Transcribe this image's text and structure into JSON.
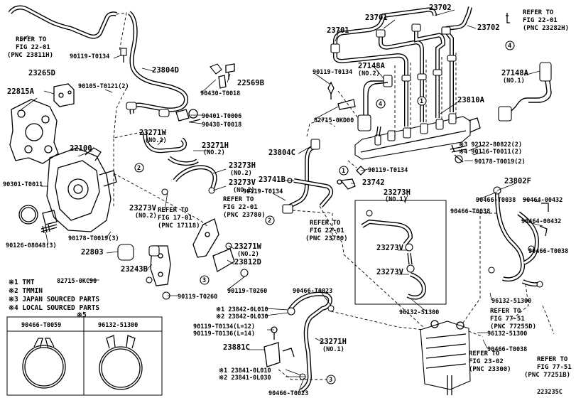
{
  "diagram_id": "223235C",
  "part_labels": {
    "p23701a": "23701",
    "p23701b": "23701",
    "p23702a": "23702",
    "p23702b": "23702",
    "p23265D": "23265D",
    "p22815A": "22815A",
    "p22100": "22100",
    "p23804D": "23804D",
    "p22569B": "22569B",
    "p27148A_2": "27148A",
    "p27148A_2_sub": "(NO.2)",
    "p27148A_1": "27148A",
    "p27148A_1_sub": "(NO.1)",
    "p23810A": "23810A",
    "p23804C": "23804C",
    "p23741B": "23741B",
    "p23742": "23742",
    "p23271W_2": "23271W",
    "p23271W_2_sub": "(NO.2)",
    "p23271H_2": "23271H",
    "p23271H_2_sub": "(NO.2)",
    "p23273H_2": "23273H",
    "p23273H_2_sub": "(NO.2)",
    "p23273V_a": "23273V",
    "p23273V_a_sub": "(NO.2)",
    "p23273V_b": "23273V",
    "p23273V_b_sub": "(NO.2)",
    "p23271W_b": "23271W",
    "p23271W_b_sub": "(NO.2)",
    "p23812D": "23812D",
    "p22803": "22803",
    "p23243B": "23243B",
    "p23273H_1": "23273H",
    "p23273H_1_sub": "(NO.1)",
    "p23273V_c": "23273V",
    "p23273V_d": "23273V",
    "p23802F": "23802F",
    "p23271H_1": "23271H",
    "p23271H_1_sub": "(NO.1)",
    "p23881C": "23881C"
  },
  "bolt_labels": {
    "b90119_T0134_top": "90119-T0134",
    "b90105_T0121": "90105-T0121(2)",
    "b90430_T0018_a": "90430-T0018",
    "b90401_T0006": "90401-T0006",
    "b90430_T0018_b": "90430-T0018",
    "b90119_T0134_mid": "90119-T0134",
    "b82715_0KD00": "82715-0KD00",
    "b90301_T0011": "90301-T0011",
    "b90178_T0019_3": "90178-T0019(3)",
    "b90126_08048_3": "90126-08048(3)",
    "b92122_80822": "※3 92122-80822(2)",
    "b90116_T0011": "※4 90116-T0011(2)",
    "b90178_T0019_2": "90178-T0019(2)",
    "b90119_T0134_rail": "90119-T0134",
    "b90119_T0134_left": "90119-T0134",
    "b82715_0KC90": "82715-0KC90",
    "b90119_T0260_a": "90119-T0260",
    "b90119_T0260_b": "90119-T0260",
    "b90466_00432_a": "90464-00432",
    "b90466_00432_b": "90464-00432",
    "b90466_T0038_a": "90466-T0038",
    "b90466_T0038_b": "90466-T0038",
    "b90466_T0038_c": "90466-T0038",
    "b90466_T0038_d": "90466-T0038",
    "b96132_51300_a": "96132-51300",
    "b96132_51300_b": "96132-51300",
    "b96132_51300_c": "96132-51300",
    "b90466_T0023_a": "90466-T0023",
    "b90466_T0023_b": "90466-T0023",
    "b23842_0L010": "※1 23842-0L010",
    "b23842_0L030": "※2 23842-0L030",
    "b90119_T0134_L12": "90119-T0134(L=12)",
    "b90119_T0136_L14": "90119-T0136(L=14)",
    "b23841_0L010": "※1 23841-0L010",
    "b23841_0L030": "※2 23841-0L030"
  },
  "refer_labels": {
    "r_fig22_tl": [
      "REFER TO",
      "FIG 22-01",
      "(PNC 23811H)"
    ],
    "r_fig22_tr": [
      "REFER TO",
      "FIG 22-01",
      "(PNC 23282H)"
    ],
    "r_fig22_mid": [
      "REFER TO",
      "FIG 22-01",
      "(PNC 23780)"
    ],
    "r_fig17": [
      "REFER TO",
      "FIG 17-01",
      "(PNC 17118)"
    ],
    "r_fig22_c": [
      "REFER TO",
      "FIG 22-01",
      "(PNC 23780)"
    ],
    "r_fig77_a": [
      "REFER TO",
      "FIG 77-51",
      "(PNC 77255D)"
    ],
    "r_fig23": [
      "REFER TO",
      "FIG 23-02",
      "(PNC 23300)"
    ],
    "r_fig77_b": [
      "REFER TO",
      "FIG 77-51",
      "(PNC 77251B)"
    ]
  },
  "callouts": {
    "c1a": "1",
    "c1b": "1",
    "c2a": "2",
    "c2b": "2",
    "c3a": "3",
    "c3b": "3",
    "c4a": "4",
    "c4b": "4"
  },
  "legend": {
    "n1": "※1 TMT",
    "n2": "※2 TMMIN",
    "n3": "※3 JAPAN SOURCED PARTS",
    "n4": "※4 LOCAL SOURCED PARTS",
    "n5": "※5",
    "clamp_a": "90466-T0059",
    "clamp_b": "96132-51300"
  }
}
